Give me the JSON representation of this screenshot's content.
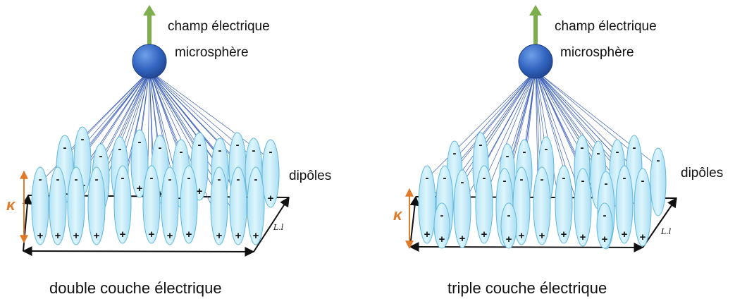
{
  "panels": [
    {
      "field_label": "champ électrique",
      "sphere_label": "microsphère",
      "dipoles_label": "dipôles",
      "length_label": "L.l",
      "kappa_label": "κ",
      "caption": "double couche électrique"
    },
    {
      "field_label": "champ électrique",
      "sphere_label": "microsphère",
      "dipoles_label": "dipôles",
      "length_label": "L.l",
      "kappa_label": "κ",
      "caption": "triple couche électrique"
    }
  ],
  "colors": {
    "field_arrow": "#7DAE4E",
    "sphere": "#2F5EB5",
    "dipole_fill": "#C9EEF9",
    "dipole_stroke": "#5FB8DC",
    "field_lines": "#3A5FB8",
    "kappa": "#E07B2A"
  },
  "signs": {
    "negative": "-",
    "positive": "+"
  }
}
